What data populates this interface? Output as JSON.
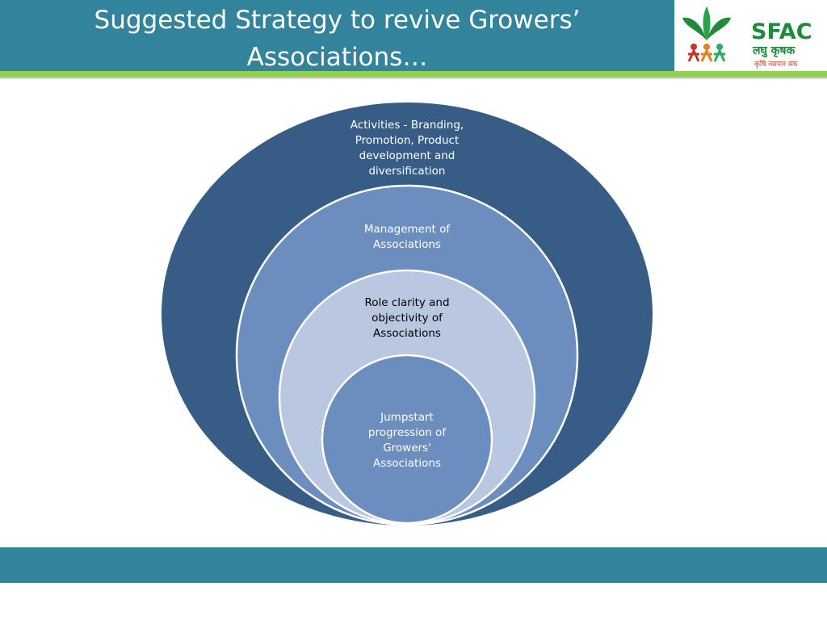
{
  "header": {
    "title_line1": "Suggested Strategy to revive Growers’",
    "title_line2": "Associations…"
  },
  "logo": {
    "name": "SFAC",
    "subtitle_line1": "लघु कृषक",
    "subtitle_line2": "कृषि व्यापार संघ",
    "icon": "leaf-people-logo-icon"
  },
  "diagram": {
    "layers": [
      {
        "label": "Activities - Branding,\nPromotion, Product\ndevelopment and\ndiversification"
      },
      {
        "label": "Management of\nAssociations"
      },
      {
        "label": "Role clarity and\nobjectivity of\nAssociations"
      },
      {
        "label": "Jumpstart\nprogression of\nGrowers'\nAssociations"
      }
    ]
  },
  "colors": {
    "header": "#31849b",
    "accent_line": "#92d050",
    "layer1": "#375d87",
    "layer2": "#6b8ebe",
    "layer3": "#b9c8e0",
    "layer4": "#6b8ebe",
    "logo_green": "#1e8a3a"
  }
}
